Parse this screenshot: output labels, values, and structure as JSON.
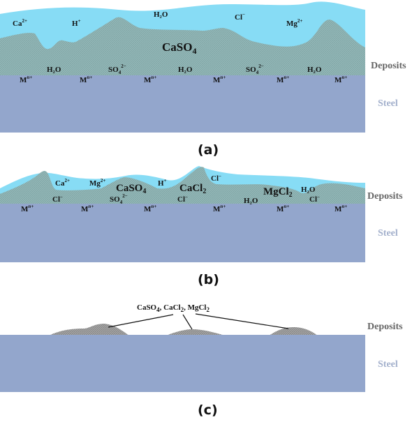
{
  "colors": {
    "water": "#87dcf5",
    "deposit": "#8fb4b4",
    "deposit_c": "#9a9a9a",
    "steel": "#93a6cc",
    "deposits_label": "#666666",
    "steel_label": "#a3b0cc"
  },
  "panels": [
    {
      "caption": "(a)",
      "side_labels": {
        "deposits": "Deposits",
        "steel": "Steel"
      },
      "ions": {
        "ca": "Ca",
        "ca_sup": "2+",
        "h": "H",
        "h_sup": "+",
        "h2o_top": "H₂O",
        "cl": "Cl",
        "cl_sup": "−",
        "mg": "Mg",
        "mg_sup": "2+",
        "caso4": "CaSO",
        "caso4_sub": "4",
        "h2o_1": "H₂O",
        "so4_1": "SO",
        "so4_sub": "4",
        "so4_sup": "2−",
        "h2o_2": "H₂O",
        "so4_2": "SO",
        "h2o_3": "H₂O",
        "m": "M",
        "m_sup": "n+"
      }
    },
    {
      "caption": "(b)",
      "side_labels": {
        "deposits": "Deposits",
        "steel": "Steel"
      },
      "ions": {
        "ca": "Ca",
        "ca_sup": "2+",
        "mg": "Mg",
        "mg_sup": "2+",
        "caso4": "CaSO",
        "caso4_sub": "4",
        "h": "H",
        "h_sup": "+",
        "cacl2": "CaCl",
        "cacl2_sub": "2",
        "cl": "Cl",
        "cl_sup": "−",
        "mgcl2": "MgCl",
        "mgcl2_sub": "2",
        "h2o": "H₂O",
        "so4": "SO",
        "so4_sub": "4",
        "so4_sup": "2−",
        "m": "M",
        "m_sup": "n+"
      }
    },
    {
      "caption": "(c)",
      "side_labels": {
        "deposits": "Deposits",
        "steel": "Steel"
      },
      "label": {
        "p1": "CaSO",
        "s1": "4",
        "p2": ", CaCl",
        "s2": "2",
        "p3": ", MgCl",
        "s3": "2"
      }
    }
  ]
}
